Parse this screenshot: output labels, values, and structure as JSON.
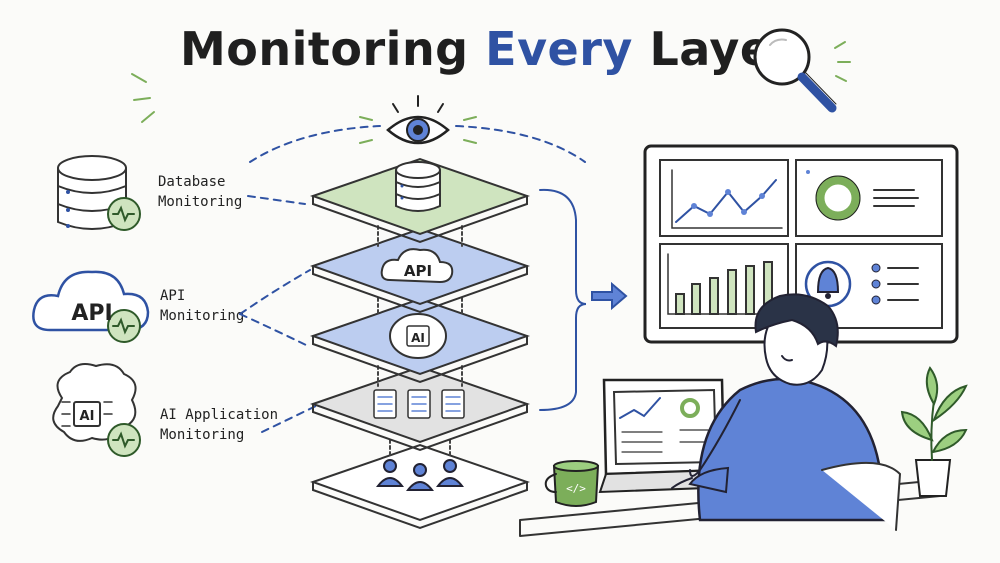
{
  "title": {
    "part1": "Monitoring",
    "part2": "Every",
    "part3": "Layer"
  },
  "side_labels": [
    {
      "line1": "Database",
      "line2": "Monitoring",
      "icon": "database-icon"
    },
    {
      "line1": "API",
      "line2": "Monitoring",
      "icon": "api-cloud-icon"
    },
    {
      "line1": "AI Application",
      "line2": "Monitoring",
      "icon": "ai-brain-icon"
    }
  ],
  "stack": {
    "api_text": "API",
    "ai_text": "AI"
  },
  "icon_texts": {
    "api": "API",
    "ai": "AI",
    "mug": "</>"
  },
  "colors": {
    "green_fill": "#cfe4bf",
    "blue_fill": "#bccdf0",
    "gray_fill": "#e2e2e2",
    "accent_blue": "#2f52a3",
    "hoodie_blue": "#5f83d6",
    "green": "#7cae5a"
  }
}
